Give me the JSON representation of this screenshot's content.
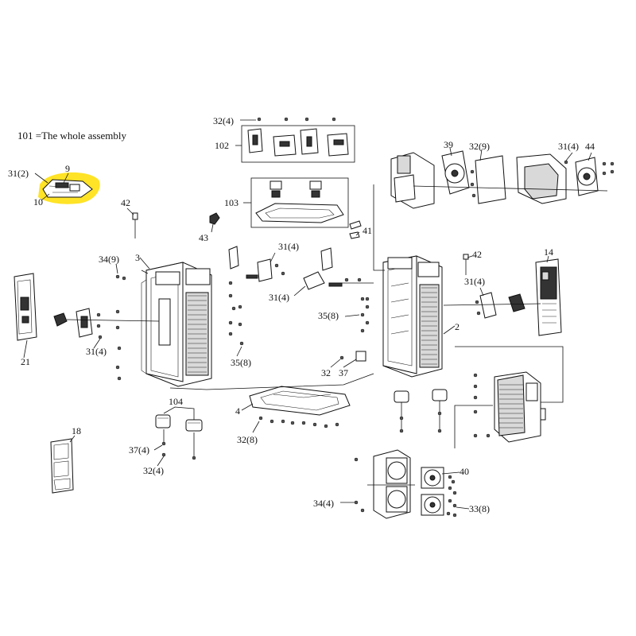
{
  "legend": {
    "text": "101 =The whole assembly"
  },
  "callouts": [
    {
      "id": "c-9",
      "text": "9"
    },
    {
      "id": "c-31-2",
      "text": "31(2)"
    },
    {
      "id": "c-10",
      "text": "10"
    },
    {
      "id": "c-32-4-top",
      "text": "32(4)"
    },
    {
      "id": "c-102",
      "text": "102"
    },
    {
      "id": "c-103",
      "text": "103"
    },
    {
      "id": "c-42-left",
      "text": "42"
    },
    {
      "id": "c-43",
      "text": "43"
    },
    {
      "id": "c-41",
      "text": "41"
    },
    {
      "id": "c-31-4-mid",
      "text": "31(4)"
    },
    {
      "id": "c-31-4-mid2",
      "text": "31(4)"
    },
    {
      "id": "c-34-9",
      "text": "34(9)"
    },
    {
      "id": "c-3",
      "text": "3"
    },
    {
      "id": "c-21",
      "text": "21"
    },
    {
      "id": "c-31-4-left",
      "text": "31(4)"
    },
    {
      "id": "c-35-8-left",
      "text": "35(8)"
    },
    {
      "id": "c-104",
      "text": "104"
    },
    {
      "id": "c-4",
      "text": "4"
    },
    {
      "id": "c-32-8",
      "text": "32(8)"
    },
    {
      "id": "c-18",
      "text": "18"
    },
    {
      "id": "c-37-4",
      "text": "37(4)"
    },
    {
      "id": "c-32-4-bottom",
      "text": "32(4)"
    },
    {
      "id": "c-39",
      "text": "39"
    },
    {
      "id": "c-32-9",
      "text": "32(9)"
    },
    {
      "id": "c-31-4-right-top",
      "text": "31(4)"
    },
    {
      "id": "c-44",
      "text": "44"
    },
    {
      "id": "c-42-right",
      "text": "42"
    },
    {
      "id": "c-14",
      "text": "14"
    },
    {
      "id": "c-31-4-right",
      "text": "31(4)"
    },
    {
      "id": "c-35-8-right",
      "text": "35(8)"
    },
    {
      "id": "c-2",
      "text": "2"
    },
    {
      "id": "c-32",
      "text": "32"
    },
    {
      "id": "c-37",
      "text": "37"
    },
    {
      "id": "c-40",
      "text": "40"
    },
    {
      "id": "c-34-4",
      "text": "34(4)"
    },
    {
      "id": "c-33-8",
      "text": "33(8)"
    }
  ],
  "colors": {
    "highlight": "#ffe21a",
    "line": "#111111",
    "background": "#ffffff"
  }
}
